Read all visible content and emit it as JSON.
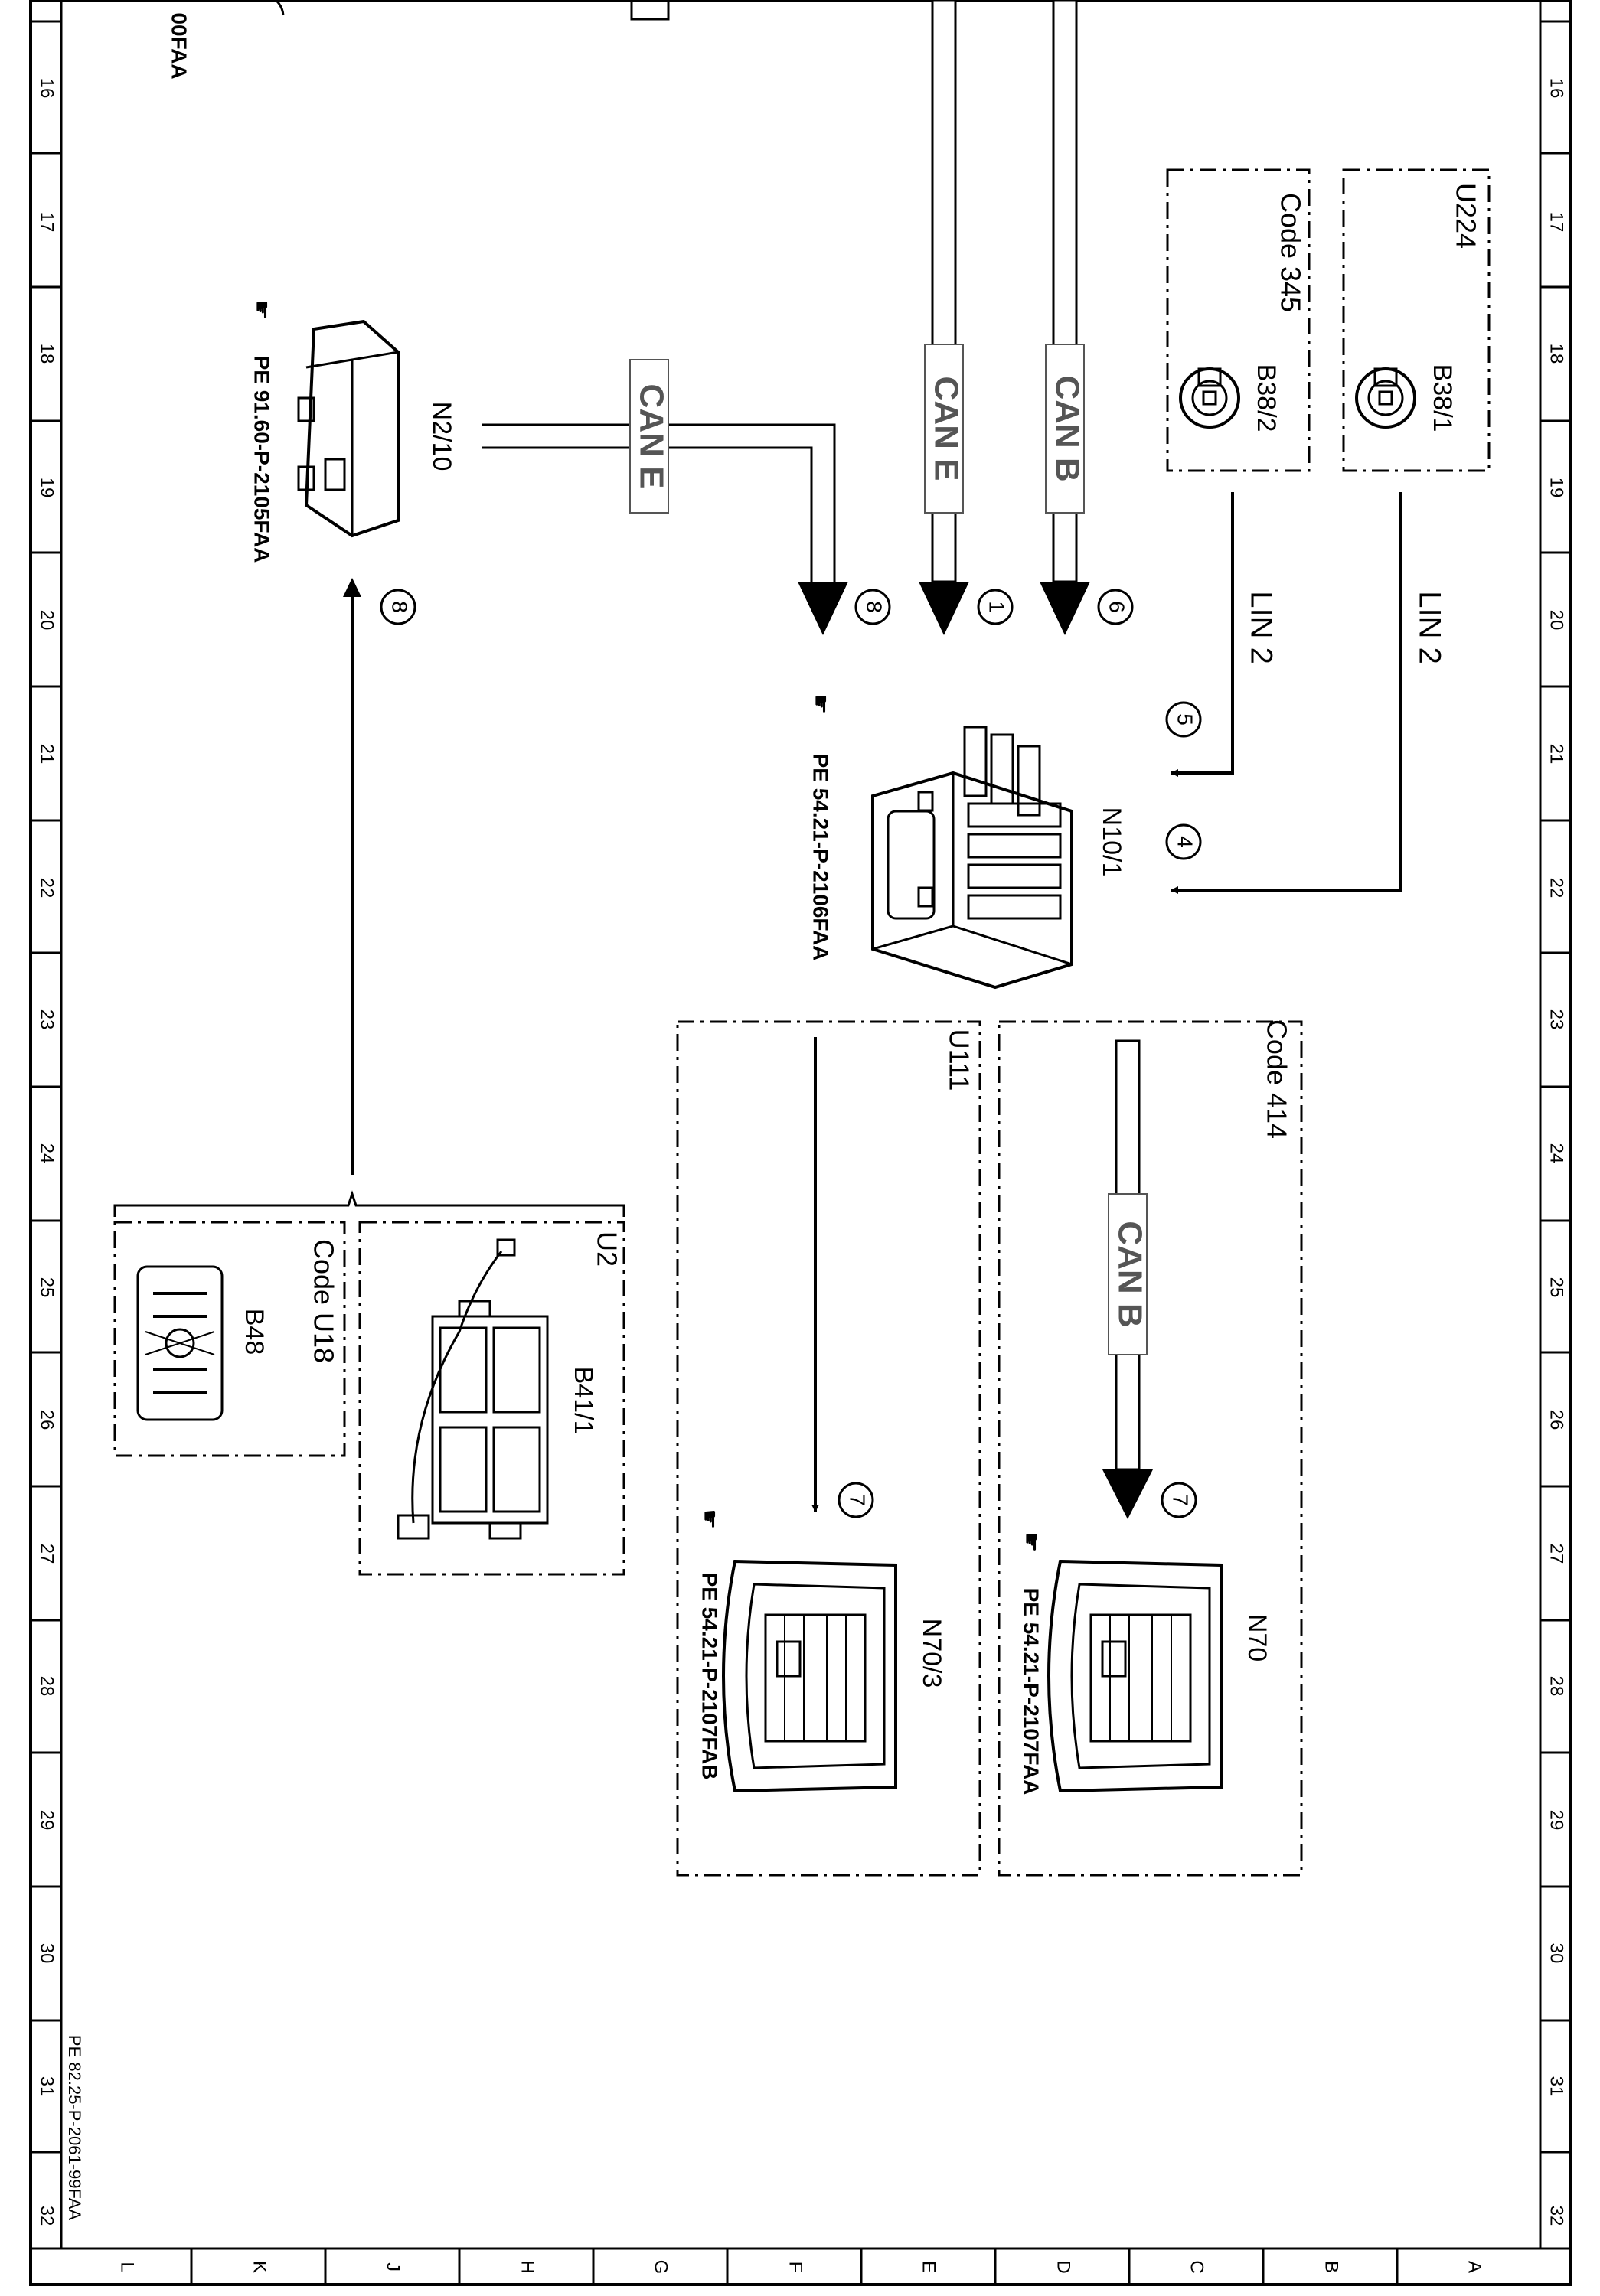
{
  "ruler": {
    "rows": [
      "16",
      "17",
      "18",
      "19",
      "20",
      "21",
      "22",
      "23",
      "24",
      "25",
      "26",
      "27",
      "28",
      "29",
      "30",
      "31",
      "32"
    ],
    "cols": [
      "L",
      "K",
      "J",
      "H",
      "G",
      "F",
      "E",
      "D",
      "C",
      "B",
      "A"
    ]
  },
  "partial_top_text": "00FAA",
  "sheet_ref": "PE 82.25-P-2061-99FAA",
  "buses": {
    "can_e": "CAN E",
    "can_b": "CAN B",
    "lin_2": "LIN 2"
  },
  "components": {
    "n2_10": {
      "label": "N2/10",
      "ref": "PE 91.60-P-2105FAA",
      "circle": "8"
    },
    "n10_1": {
      "label": "N10/1",
      "ref": "PE 54.21-P-2106FAA"
    },
    "b38_1": {
      "label": "B38/1"
    },
    "b38_2": {
      "label": "B38/2"
    },
    "n70": {
      "label": "N70",
      "ref": "PE 54.21-P-2107FAA"
    },
    "n70_3": {
      "label": "N70/3",
      "ref": "PE 54.21-P-2107FAB"
    },
    "b41_1": {
      "label": "B41/1"
    },
    "b48": {
      "label": "B48"
    }
  },
  "groups": {
    "u224": "U224",
    "code345": "Code 345",
    "u111": "U111",
    "code414": "Code 414",
    "u2": "U2",
    "codeu18": "Code U18"
  },
  "markers": {
    "m1": "1",
    "m4": "4",
    "m5": "5",
    "m6": "6",
    "m7a": "7",
    "m7b": "7",
    "m8a": "8",
    "m8b": "8"
  }
}
